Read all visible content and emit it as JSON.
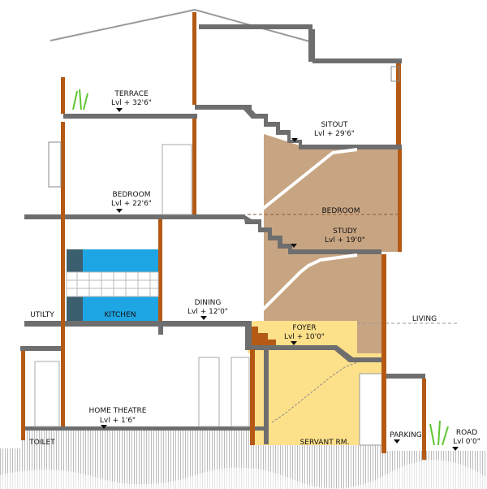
{
  "title": "Building section",
  "labels": {
    "terrace": {
      "name": "TERRACE",
      "level": "Lvl  + 32'6\""
    },
    "sitout": {
      "name": "SITOUT",
      "level": "Lvl  + 29'6\""
    },
    "bedroom_upper": {
      "name": "BEDROOM",
      "level": "Lvl  + 22'6\""
    },
    "bedroom_mid": {
      "name": "BEDROOM"
    },
    "study": {
      "name": "STUDY",
      "level": "Lvl  + 19'0\""
    },
    "utility": {
      "name": "UTILTY"
    },
    "kitchen": {
      "name": "KITCHEN"
    },
    "dining": {
      "name": "DINING",
      "level": "Lvl  + 12'0\""
    },
    "foyer": {
      "name": "FOYER",
      "level": "Lvl  + 10'0\""
    },
    "living": {
      "name": "LIVING"
    },
    "home_theatre": {
      "name": "HOME THEATRE",
      "level": "Lvl  + 1'6\""
    },
    "toilet": {
      "name": "TOILET"
    },
    "servant": {
      "name": "SERVANT RM."
    },
    "parking": {
      "name": "PARKING"
    },
    "road": {
      "name": "ROAD",
      "level": "Lvl   0'0\""
    }
  },
  "colors": {
    "slab": "#6e6e6e",
    "column": "#b45a14",
    "stair_zone": "#c8a582",
    "foyer_zone": "#fde08a",
    "kitchen": "#1ea5e3",
    "kitchen_dark": "#3b5f6e",
    "grass": "#5fc531"
  }
}
